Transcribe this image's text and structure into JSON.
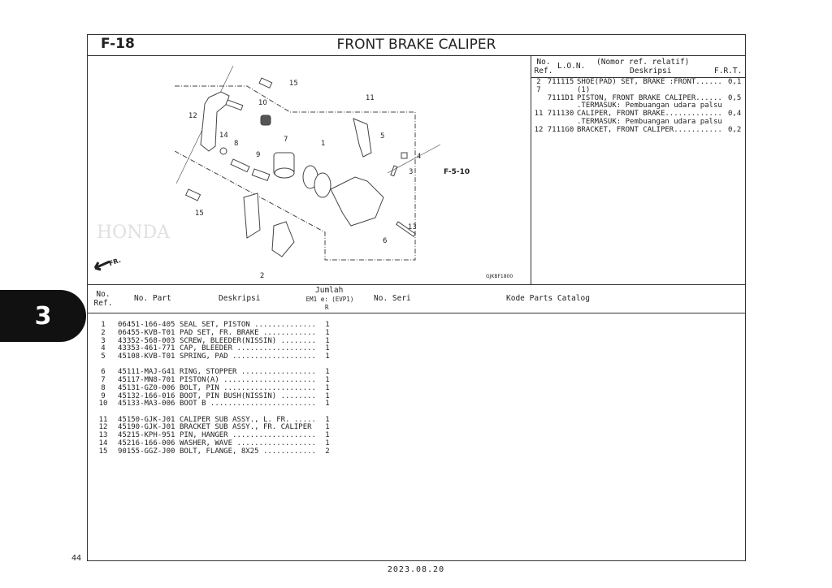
{
  "header": {
    "code": "F-18",
    "title": "FRONT BRAKE CALIPER"
  },
  "side_tab": "3",
  "page_number": "44",
  "date": "2023.08.20",
  "diagram": {
    "callouts": [
      "15",
      "10",
      "12",
      "11",
      "14",
      "8",
      "9",
      "7",
      "1",
      "5",
      "4",
      "3",
      "15",
      "6",
      "13",
      "2"
    ],
    "ref": "F-5-10",
    "front": "FR.",
    "drawing_code": "GJKBF1800",
    "watermark": "HONDA"
  },
  "frt": {
    "headers": {
      "no_ref": "No.\nRef.",
      "lon": "L.O.N.",
      "relative": "(Nomor ref. relatif)",
      "desc": "Deskripsi",
      "frt": "F.R.T."
    },
    "rows": [
      {
        "ref": "2\n7",
        "lon": "711115",
        "desc": "SHOE(PAD) SET, BRAKE :FRONT......\n(1)",
        "frt": "0,1"
      },
      {
        "ref": "",
        "lon": "7111D1",
        "desc": "PISTON, FRONT BRAKE CALIPER......\n.TERMASUK: Pembuangan udara palsu",
        "frt": "0,5"
      },
      {
        "ref": "11",
        "lon": "711130",
        "desc": "CALIPER, FRONT BRAKE.............\n.TERMASUK: Pembuangan udara palsu",
        "frt": "0,4"
      },
      {
        "ref": "12",
        "lon": "7111G0",
        "desc": "BRACKET, FRONT CALIPER...........",
        "frt": "0,2"
      }
    ]
  },
  "parts": {
    "headers": {
      "no_ref": "No.\nRef.",
      "part": "No. Part",
      "desc": "Deskripsi",
      "qty": "Jumlah",
      "qty_model": "EM1 e: (EVP1)",
      "qty_sub": "R",
      "serial": "No. Seri",
      "catalog": "Kode Parts Catalog"
    },
    "groups": [
      [
        {
          "ref": "1",
          "part": "06451-166-405",
          "desc": "SEAL SET, PISTON ..............",
          "qty": "1"
        },
        {
          "ref": "2",
          "part": "06455-KVB-T01",
          "desc": "PAD SET, FR. BRAKE ............",
          "qty": "1"
        },
        {
          "ref": "3",
          "part": "43352-568-003",
          "desc": "SCREW, BLEEDER(NISSIN) ........",
          "qty": "1"
        },
        {
          "ref": "4",
          "part": "43353-461-771",
          "desc": "CAP, BLEEDER ..................",
          "qty": "1"
        },
        {
          "ref": "5",
          "part": "45108-KVB-T01",
          "desc": "SPRING, PAD ...................",
          "qty": "1"
        }
      ],
      [
        {
          "ref": "6",
          "part": "45111-MAJ-G41",
          "desc": "RING, STOPPER .................",
          "qty": "1"
        },
        {
          "ref": "7",
          "part": "45117-MN8-701",
          "desc": "PISTON(A) .....................",
          "qty": "1"
        },
        {
          "ref": "8",
          "part": "45131-GZ0-006",
          "desc": "BOLT, PIN .....................",
          "qty": "1"
        },
        {
          "ref": "9",
          "part": "45132-166-016",
          "desc": "BOOT, PIN BUSH(NISSIN) ........",
          "qty": "1"
        },
        {
          "ref": "10",
          "part": "45133-MA3-006",
          "desc": "BOOT B ........................",
          "qty": "1"
        }
      ],
      [
        {
          "ref": "11",
          "part": "45150-GJK-J01",
          "desc": "CALIPER SUB ASSY., L. FR. .....",
          "qty": "1"
        },
        {
          "ref": "12",
          "part": "45190-GJK-J01",
          "desc": "BRACKET SUB ASSY., FR. CALIPER",
          "qty": "1"
        },
        {
          "ref": "13",
          "part": "45215-KPH-951",
          "desc": "PIN, HANGER ...................",
          "qty": "1"
        },
        {
          "ref": "14",
          "part": "45216-166-006",
          "desc": "WASHER, WAVE ..................",
          "qty": "1"
        },
        {
          "ref": "15",
          "part": "90155-GGZ-J00",
          "desc": "BOLT, FLANGE, 8X25 ............",
          "qty": "2"
        }
      ]
    ]
  }
}
